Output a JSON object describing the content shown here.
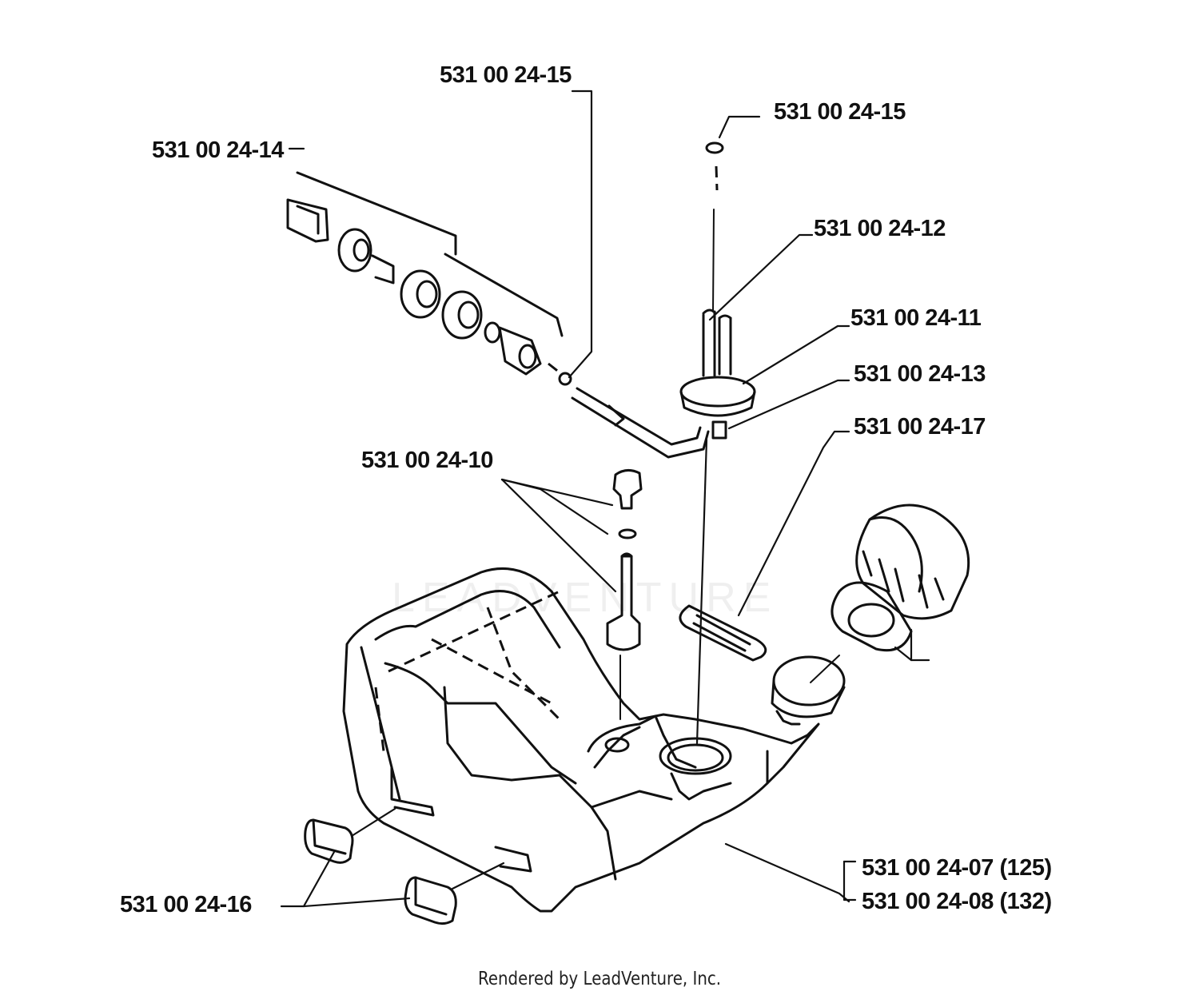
{
  "labels": {
    "p15_top": "531 00 24-15",
    "p14": "531 00 24-14",
    "p15_right": "531 00 24-15",
    "p12": "531 00 24-12",
    "p11": "531 00 24-11",
    "p13": "531 00 24-13",
    "p17": "531 00 24-17",
    "p10": "531 00 24-10",
    "p16": "531 00 24-16",
    "p07": "531 00 24-07 (125)",
    "p08": "531 00 24-08 (132)"
  },
  "watermark": "LEADVENTURE",
  "footer": "Rendered by LeadVenture, Inc."
}
